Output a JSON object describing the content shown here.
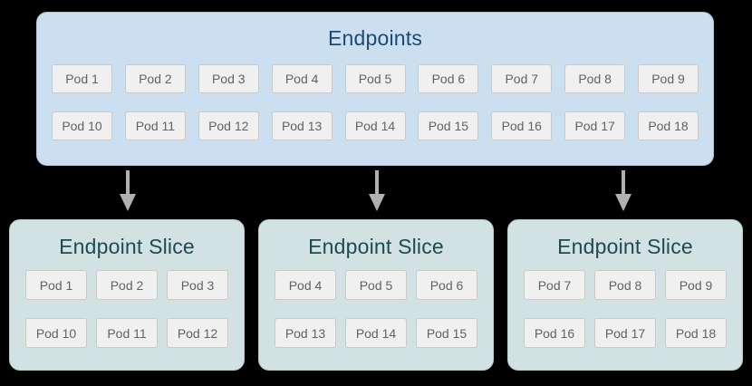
{
  "diagram": {
    "endpoints": {
      "title": "Endpoints",
      "rows": [
        [
          "Pod 1",
          "Pod 2",
          "Pod 3",
          "Pod 4",
          "Pod 5",
          "Pod 6",
          "Pod 7",
          "Pod 8",
          "Pod 9"
        ],
        [
          "Pod 10",
          "Pod 11",
          "Pod 12",
          "Pod 13",
          "Pod 14",
          "Pod 15",
          "Pod 16",
          "Pod 17",
          "Pod 18"
        ]
      ]
    },
    "slices": [
      {
        "title": "Endpoint Slice",
        "rows": [
          [
            "Pod 1",
            "Pod 2",
            "Pod 3"
          ],
          [
            "Pod 10",
            "Pod 11",
            "Pod 12"
          ]
        ]
      },
      {
        "title": "Endpoint Slice",
        "rows": [
          [
            "Pod 4",
            "Pod 5",
            "Pod 6"
          ],
          [
            "Pod 13",
            "Pod 14",
            "Pod 15"
          ]
        ]
      },
      {
        "title": "Endpoint Slice",
        "rows": [
          [
            "Pod 7",
            "Pod 8",
            "Pod 9"
          ],
          [
            "Pod 16",
            "Pod 17",
            "Pod 18"
          ]
        ]
      }
    ],
    "colors": {
      "background": "#000000",
      "endpoints_box_fill": "#cbdff1",
      "endpoints_box_border": "#aec6db",
      "endpoints_title_text": "#1b4b73",
      "slice_box_fill": "#d2e1e2",
      "slice_box_border": "#b5cdcf",
      "slice_title_text": "#1f4a50",
      "pod_fill": "#f0f0f0",
      "pod_border": "#c9c9c9",
      "pod_text": "#5f6368",
      "arrow": "#b1b1b1"
    }
  }
}
